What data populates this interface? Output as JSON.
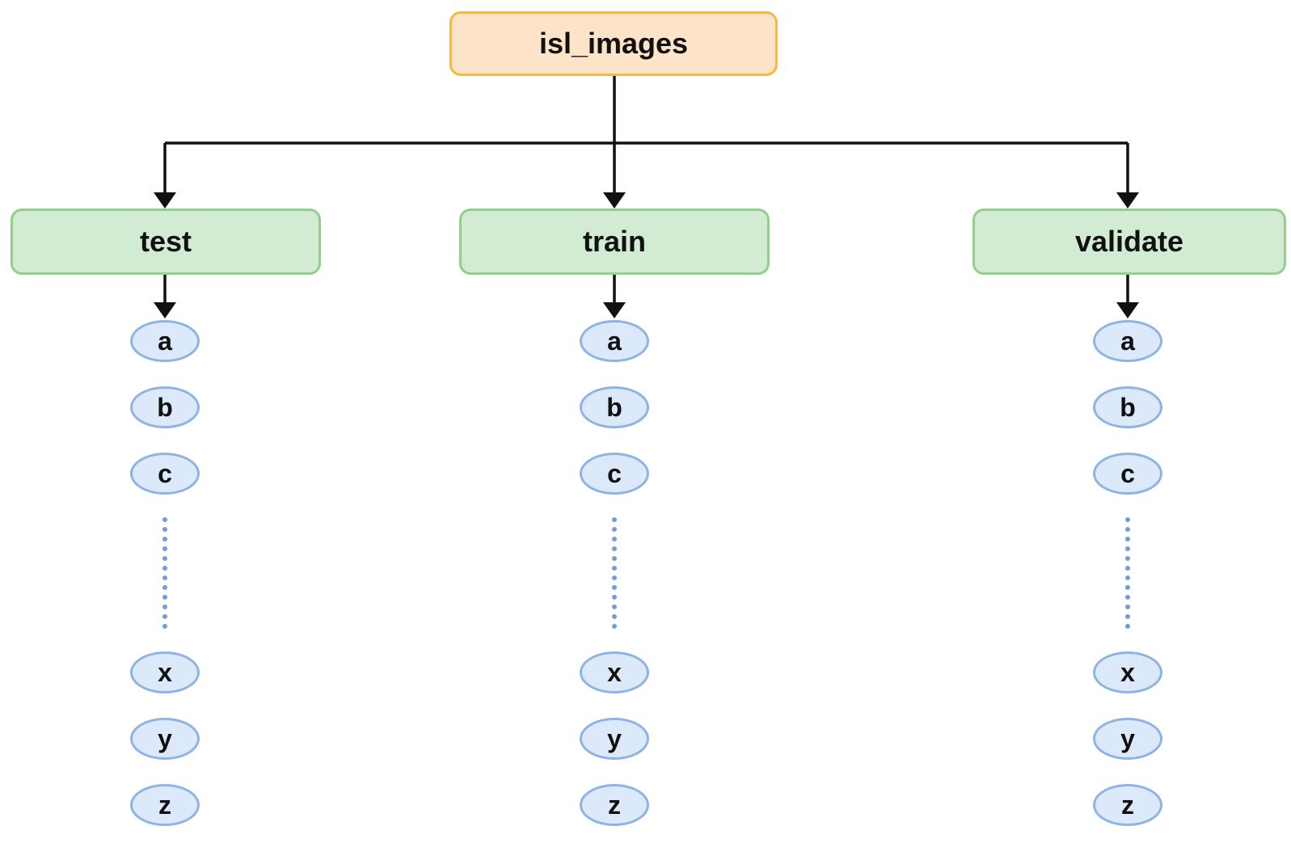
{
  "root": {
    "label": "isl_images"
  },
  "folders": [
    {
      "id": "test",
      "label": "test"
    },
    {
      "id": "train",
      "label": "train"
    },
    {
      "id": "validate",
      "label": "validate"
    }
  ],
  "leaf_labels": [
    "a",
    "b",
    "c",
    "x",
    "y",
    "z"
  ],
  "colors": {
    "root_fill": "#fde3c7",
    "root_border": "#f5b840",
    "folder_fill": "#d2ebd3",
    "folder_border": "#93cf8c",
    "leaf_fill": "#dbe9fb",
    "leaf_border": "#8fb4e4",
    "ellipsis_dots": "#6f9fd6",
    "connector": "#111111"
  }
}
